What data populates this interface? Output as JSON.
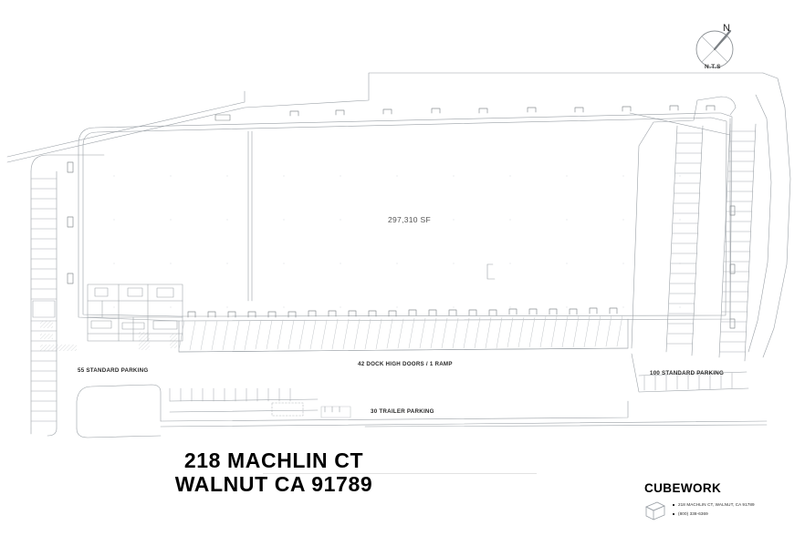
{
  "document": {
    "type": "site-plan",
    "title_line1": "218 MACHLIN CT",
    "title_line2": "WALNUT CA 91789"
  },
  "compass": {
    "north_letter": "N",
    "scale_note": "N.T.S"
  },
  "plan_labels": {
    "building_area": "297,310 SF",
    "dock_doors": "42 DOCK HIGH DOORS / 1 RAMP",
    "parking_left": "55 STANDARD PARKING",
    "parking_right": "100 STANDARD PARKING",
    "trailer_parking": "30 TRAILER PARKING"
  },
  "brand": {
    "name": "CUBEWORK",
    "icon": "cube-icon",
    "contact": [
      "218 MACHLIN CT, WALNUT, CA 91789",
      "(800) 338-6369"
    ]
  },
  "colors": {
    "background": "#ffffff",
    "line": "#9aa0a6",
    "line_dark": "#6b7075",
    "text": "#1a1a1a",
    "rule": "#e3e3e3"
  },
  "plan_geometry": {
    "building_outline_note": "Large rectangular warehouse occupying center of plan",
    "parking_rows": [
      "left-strip",
      "right-double-row",
      "lower-left-row"
    ],
    "dock_apron_note": "Angled truck court striping along south building wall"
  }
}
